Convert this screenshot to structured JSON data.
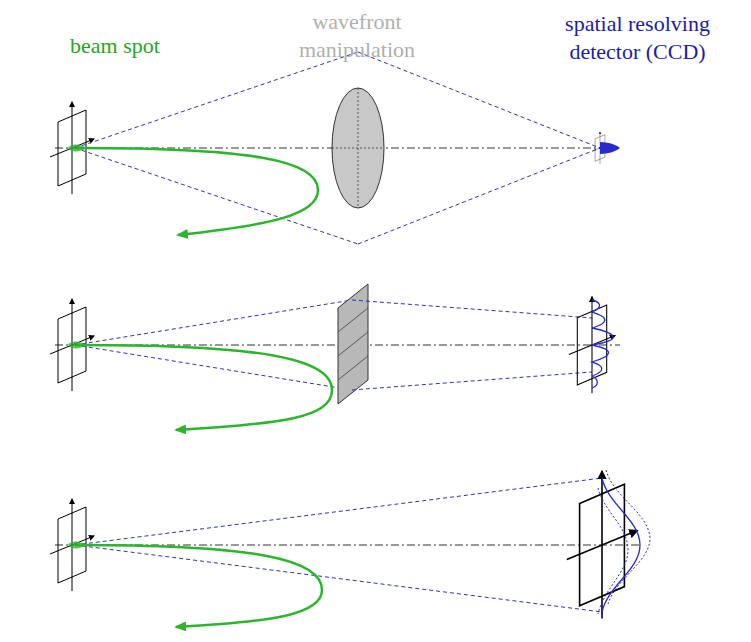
{
  "diagram": {
    "labels": [
      "beam spot",
      "wavefront manipulation",
      "spatial resolving detector (CCD)"
    ]
  }
}
